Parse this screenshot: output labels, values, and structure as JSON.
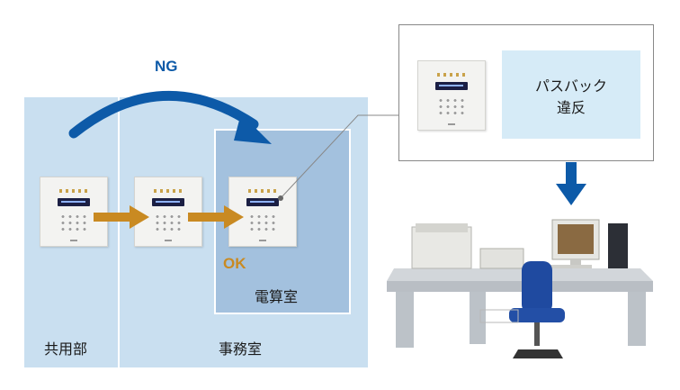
{
  "labels": {
    "ng": "NG",
    "ok": "OK",
    "passback": [
      "パスバック",
      "違反"
    ],
    "common_area": "共用部",
    "office": "事務室",
    "computer_room": "電算室"
  },
  "icons": {
    "ng_arrow": "curved-arrow-icon",
    "pass_arrow": "right-arrow-icon",
    "down_arrow": "down-arrow-icon"
  },
  "colors": {
    "zone": "#c9dff0",
    "room": "#a3c1de",
    "ng": "#0d5aa8",
    "ok": "#c98a22",
    "callout": "#d6ebf7"
  }
}
